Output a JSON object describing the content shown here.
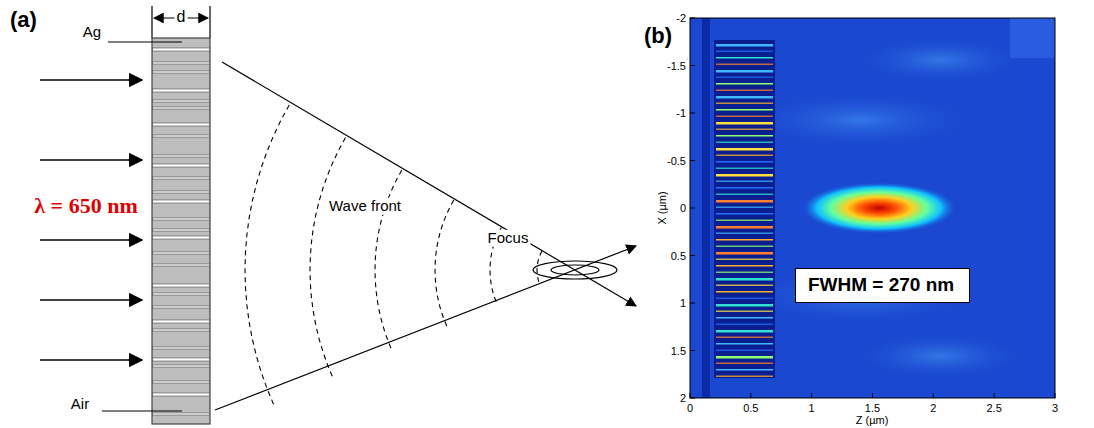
{
  "diagram": {
    "nodes": [
      {
        "text": [
          "FWHM = 270 nm"
        ]
      }
    ],
    "labels": [
      "(a)",
      "d",
      "Ag",
      "λ = 650 nm",
      "Wave front",
      "Focus",
      "Air",
      "(b)",
      "-2",
      "-1.5",
      "-1",
      "-0.5",
      "0",
      "0.5",
      "1",
      "1.5",
      "2",
      "0",
      "0.5",
      "1",
      "1.5",
      "2",
      "2.5",
      "3",
      "X (µm)",
      "Z (µm)"
    ]
  }
}
